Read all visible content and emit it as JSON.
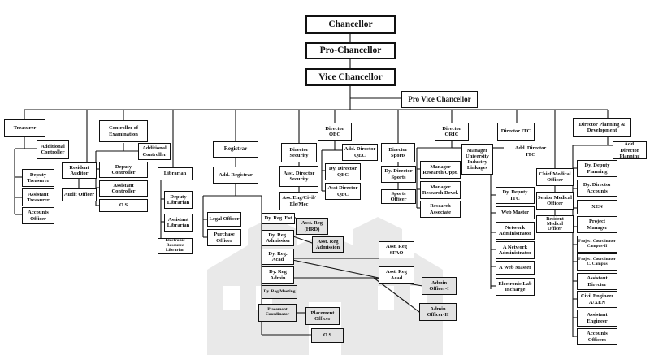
{
  "nodes": {
    "chancellor": "Chancellor",
    "pro_chancellor": "Pro-Chancellor",
    "vice_chancellor": "Vice Chancellor",
    "pro_vice_chancellor": "Pro Vice Chancellor",
    "treasurer": "Treasurer",
    "additional_controller": "Additional\nController",
    "deputy_treasurer": "Deputy\nTreasurer",
    "assistant_treasurer": "Assistant\nTreasurer",
    "accounts_officer_t": "Accounts\nOfficer",
    "resident_auditor": "Resident\nAuditor",
    "audit_officer": "Audit Officer",
    "controller_exam": "Controller of\nExamination",
    "additional_controller_exam": "Additional\nController",
    "deputy_controller": "Deputy\nController",
    "assistant_controller": "Assistant\nController",
    "os_exam": "O.S",
    "librarian": "Librarian",
    "deputy_librarian": "Deputy\nLibrarian",
    "assistant_librarian": "Assistant\nLibrarian",
    "electronic_resource_librarian": "Electronic\nResource Librarian",
    "registrar": "Registrar",
    "add_registrar": "Add. Registrar",
    "legal_officer": "Legal Officer",
    "purchase_officer": "Purchase\nOfficer",
    "dy_reg_est": "Dy. Reg. Est",
    "asst_reg_hrd": "Asst. Reg\n(HRD)",
    "dy_reg_admission": "Dy. Reg.\nAdmission",
    "asst_reg_admission": "Asst. Reg\nAdmission",
    "dy_reg_acad": "Dy. Reg.\nAcad",
    "asst_reg_sfao": "Asst. Reg\nSFAO",
    "asst_reg_acad": "Asst. Reg\nAcad",
    "dy_reg_admin": "Dy. Reg\nAdmin",
    "admin_officer_1": "Admin\nOfficer-I",
    "admin_officer_2": "Admin\nOfficer-II",
    "dy_reg_meeting": "Dy. Reg Meeting",
    "placement_coordinator": "Placement\nCoordinator",
    "placement_officer": "Placement\nOfficer",
    "os_reg": "O.S",
    "director_security": "Director\nSecurity",
    "asst_director_security": "Asst. Director\nSecurity",
    "asst_eng": "Ass. Eng/Civil/\nEle/Mec",
    "director_qec": "Director\nQEC",
    "add_director_qec": "Add. Director\nQEC",
    "dy_director_qec": "Dy. Director\nQEC",
    "asst_director_qec": "Asst Director\nQEC",
    "director_sports": "Director\nSports",
    "dy_director_sports": "Dy. Director\nSports",
    "sports_officer": "Sports Officer",
    "director_oric": "Director\nORIC",
    "manager_industry": "Manager\nUniversity\nIndustry\nLinkages",
    "manager_research_oppt": "Manager\nResearch Oppt.",
    "manager_research_devel": "Manager\nResearch Devel.",
    "research_associate": "Research\nAssociate",
    "director_itc": "Director ITC",
    "add_director_itc": "Add. Director\nITC",
    "dy_deputy_itc": "Dy. Deputy\nITC",
    "web_master": "Web Master",
    "network_administrator": "Network\nAdministrator",
    "a_network_administrator": "A Network\nAdministrator",
    "a_web_master": "A Web Master",
    "electronic_lab_incharge": "Electronic Lab\nIncharge",
    "chief_medical_officer": "Chief Medical\nOfficer",
    "senior_medical_officer": "Senior Medical\nOfficer",
    "resident_medical_officer": "Resident Medical\nOfficer",
    "director_planning": "Director Planning &\nDevelopment",
    "add_director_planning": "Add. Director\nPlanning",
    "dy_deputy_planning": "Dy. Deputy\nPlanning",
    "dy_director_accounts": "Dy. Director\nAccounts",
    "xen": "XEN",
    "project_manager": "Project\nManager",
    "project_coordinator_2": "Project Coordinator\nCampus-II",
    "project_coordinator_c": "Project Coordinator\nC. Campus",
    "assistant_director": "Assistant\nDirector",
    "civil_engineer": "Civil Engineer\nA/XEN",
    "assistant_engineer": "Assistant\nEngineer",
    "accounts_officers": "Accounts\nOfficers"
  }
}
